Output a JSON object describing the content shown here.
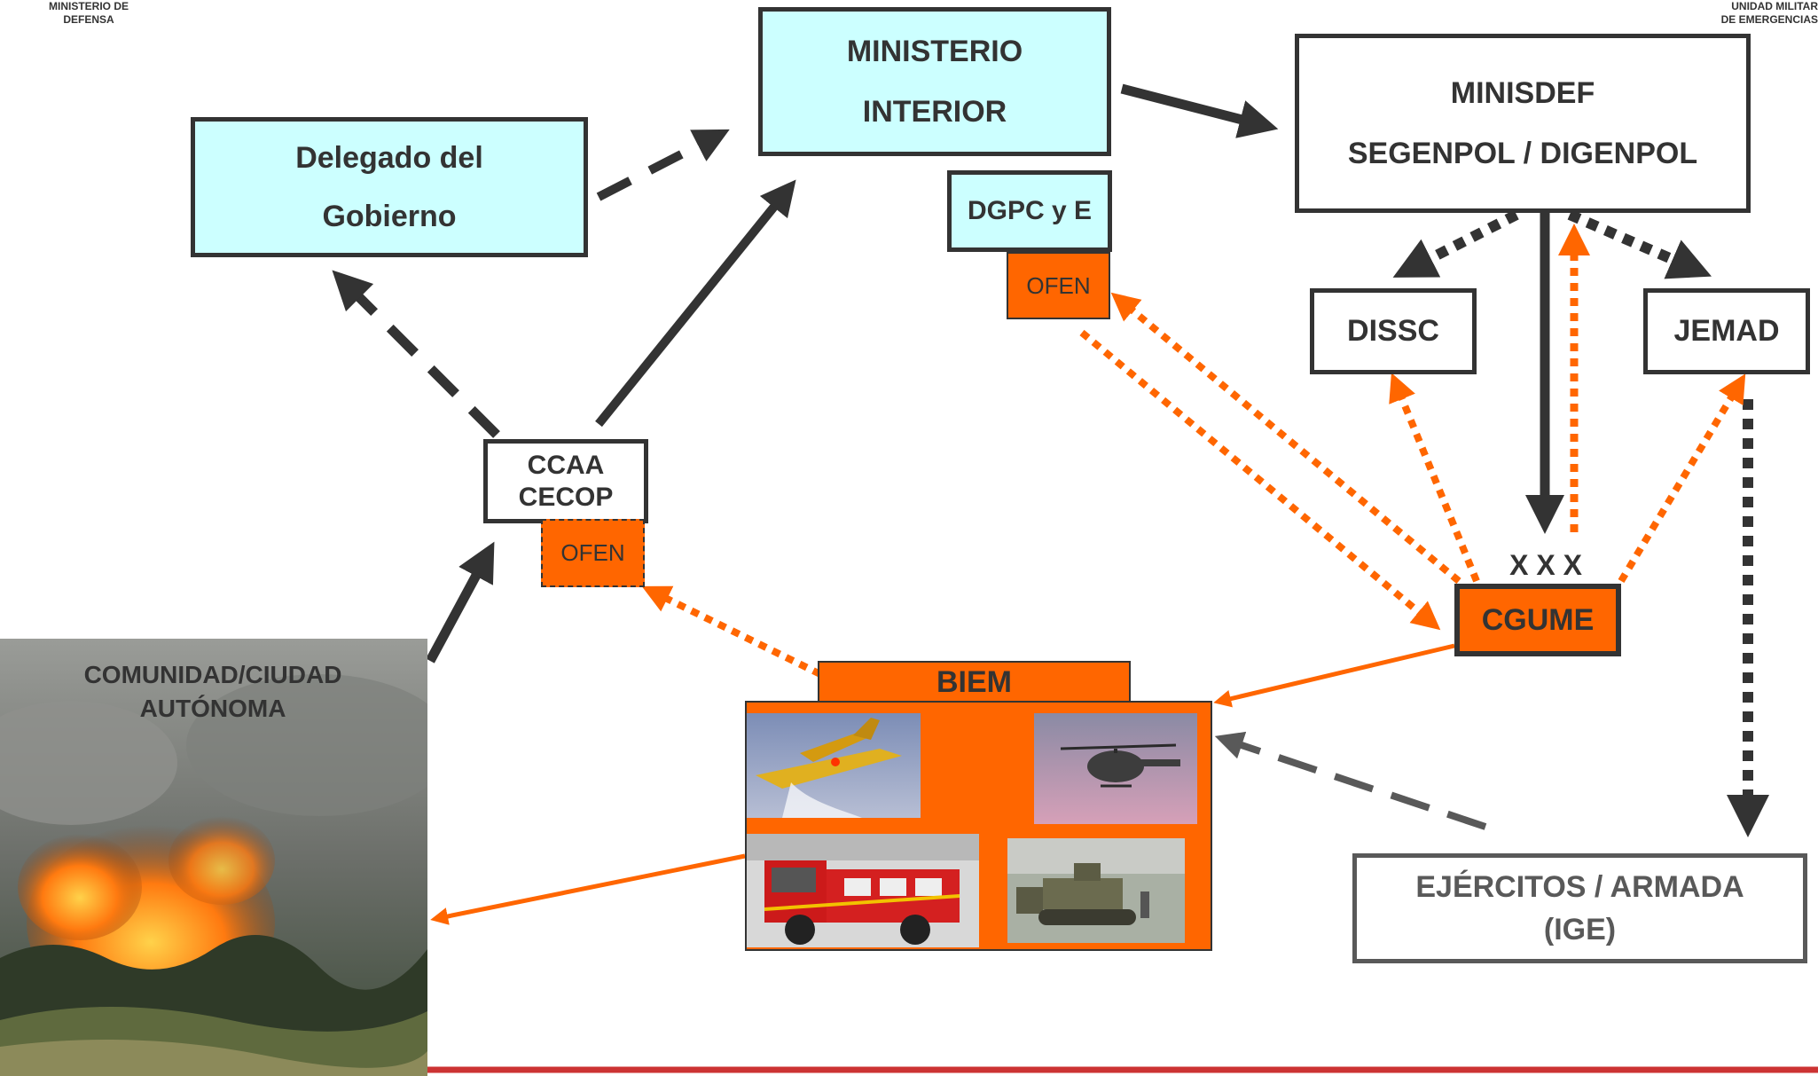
{
  "header": {
    "left_logo": [
      "MINISTERIO DE",
      "DEFENSA"
    ],
    "right_logo": [
      "UNIDAD MILITAR",
      "DE EMERGENCIAS"
    ]
  },
  "nodes": {
    "ministerio_interior": [
      "MINISTERIO",
      "INTERIOR"
    ],
    "delegado": [
      "Delegado del",
      "Gobierno"
    ],
    "minisdef": [
      "MINISDEF",
      "SEGENPOL / DIGENPOL"
    ],
    "dgpc": "DGPC y E",
    "ofen_dgpc": "OFEN",
    "dissc": "DISSC",
    "jemad": "JEMAD",
    "ccaa": [
      "CCAA",
      "CECOP"
    ],
    "ofen_ccaa": "OFEN",
    "xxx": "X X X",
    "cgume": "CGUME",
    "biem": "BIEM",
    "ejercitos": [
      "EJÉRCITOS / ARMADA",
      "(IGE)"
    ],
    "comunidad": [
      "COMUNIDAD/CIUDAD",
      "AUTÓNOMA"
    ]
  },
  "colors": {
    "dark": "#333333",
    "orange": "#ff6600",
    "cyan": "#ccffff",
    "grey": "#595959",
    "footer_line": "#cc3333"
  },
  "icons": [
    "firefighting-plane-photo",
    "helicopter-photo",
    "fire-truck-photo",
    "bulldozer-photo",
    "forest-fire-photo"
  ]
}
